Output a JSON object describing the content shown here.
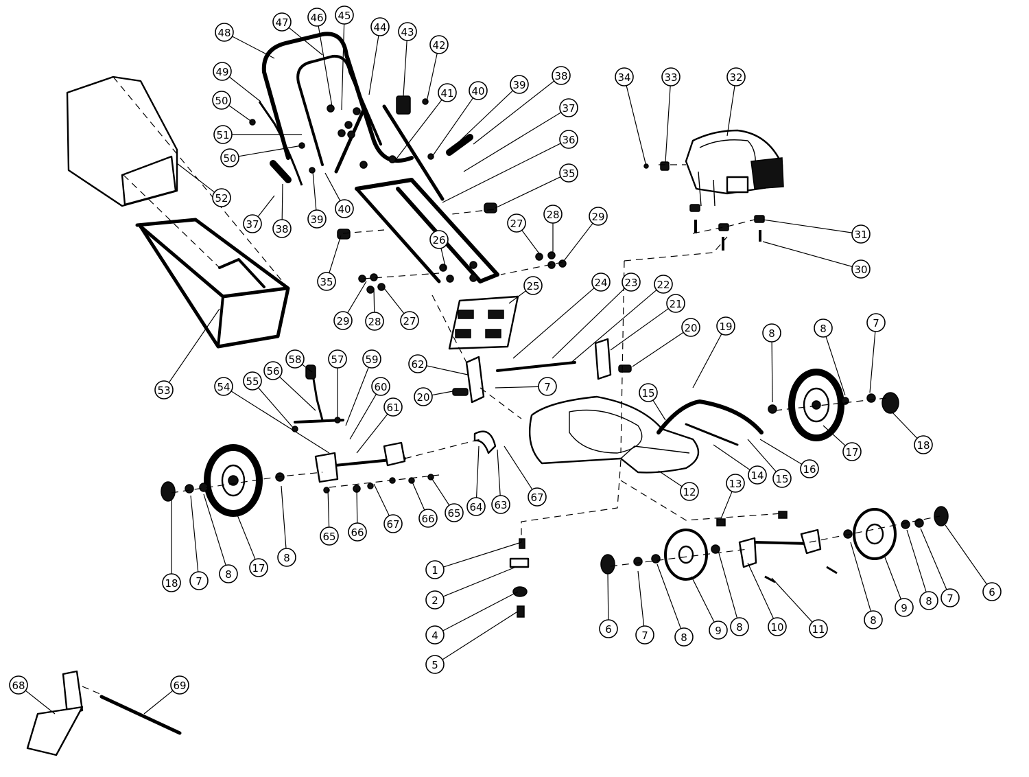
{
  "diagram": {
    "callouts": [
      {
        "label": "1"
      },
      {
        "label": "2"
      },
      {
        "label": "4"
      },
      {
        "label": "5"
      },
      {
        "label": "6"
      },
      {
        "label": "7"
      },
      {
        "label": "8"
      },
      {
        "label": "9"
      },
      {
        "label": "8"
      },
      {
        "label": "10"
      },
      {
        "label": "11"
      },
      {
        "label": "8"
      },
      {
        "label": "9"
      },
      {
        "label": "8"
      },
      {
        "label": "7"
      },
      {
        "label": "6"
      },
      {
        "label": "12"
      },
      {
        "label": "13"
      },
      {
        "label": "14"
      },
      {
        "label": "15"
      },
      {
        "label": "16"
      },
      {
        "label": "15"
      },
      {
        "label": "17"
      },
      {
        "label": "18"
      },
      {
        "label": "8"
      },
      {
        "label": "8"
      },
      {
        "label": "7"
      },
      {
        "label": "19"
      },
      {
        "label": "20"
      },
      {
        "label": "21"
      },
      {
        "label": "22"
      },
      {
        "label": "23"
      },
      {
        "label": "24"
      },
      {
        "label": "25"
      },
      {
        "label": "26"
      },
      {
        "label": "27"
      },
      {
        "label": "28"
      },
      {
        "label": "29"
      },
      {
        "label": "29"
      },
      {
        "label": "28"
      },
      {
        "label": "27"
      },
      {
        "label": "30"
      },
      {
        "label": "31"
      },
      {
        "label": "32"
      },
      {
        "label": "33"
      },
      {
        "label": "34"
      },
      {
        "label": "35"
      },
      {
        "label": "35"
      },
      {
        "label": "36"
      },
      {
        "label": "37"
      },
      {
        "label": "38"
      },
      {
        "label": "39"
      },
      {
        "label": "40"
      },
      {
        "label": "41"
      },
      {
        "label": "42"
      },
      {
        "label": "43"
      },
      {
        "label": "44"
      },
      {
        "label": "45"
      },
      {
        "label": "46"
      },
      {
        "label": "47"
      },
      {
        "label": "48"
      },
      {
        "label": "49"
      },
      {
        "label": "50"
      },
      {
        "label": "51"
      },
      {
        "label": "50"
      },
      {
        "label": "52"
      },
      {
        "label": "37"
      },
      {
        "label": "38"
      },
      {
        "label": "39"
      },
      {
        "label": "40"
      },
      {
        "label": "53"
      },
      {
        "label": "54"
      },
      {
        "label": "55"
      },
      {
        "label": "56"
      },
      {
        "label": "58"
      },
      {
        "label": "57"
      },
      {
        "label": "59"
      },
      {
        "label": "60"
      },
      {
        "label": "61"
      },
      {
        "label": "62"
      },
      {
        "label": "20"
      },
      {
        "label": "7"
      },
      {
        "label": "64"
      },
      {
        "label": "63"
      },
      {
        "label": "67"
      },
      {
        "label": "65"
      },
      {
        "label": "66"
      },
      {
        "label": "67"
      },
      {
        "label": "66"
      },
      {
        "label": "65"
      },
      {
        "label": "18"
      },
      {
        "label": "7"
      },
      {
        "label": "8"
      },
      {
        "label": "17"
      },
      {
        "label": "8"
      },
      {
        "label": "68"
      },
      {
        "label": "69"
      }
    ]
  }
}
